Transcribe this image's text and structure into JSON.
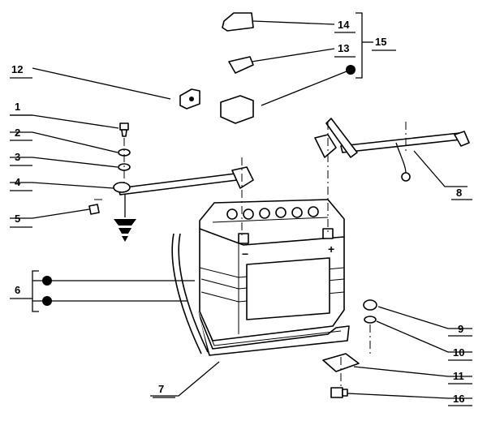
{
  "labels": {
    "n1": "1",
    "n2": "2",
    "n3": "3",
    "n4": "4",
    "n5": "5",
    "n6": "6",
    "n7": "7",
    "n8": "8",
    "n9": "9",
    "n10": "10",
    "n11": "11",
    "n12": "12",
    "n13": "13",
    "n14": "14",
    "n15": "15",
    "n16": "16"
  },
  "terminals": {
    "negative": "−",
    "positive": "+"
  }
}
